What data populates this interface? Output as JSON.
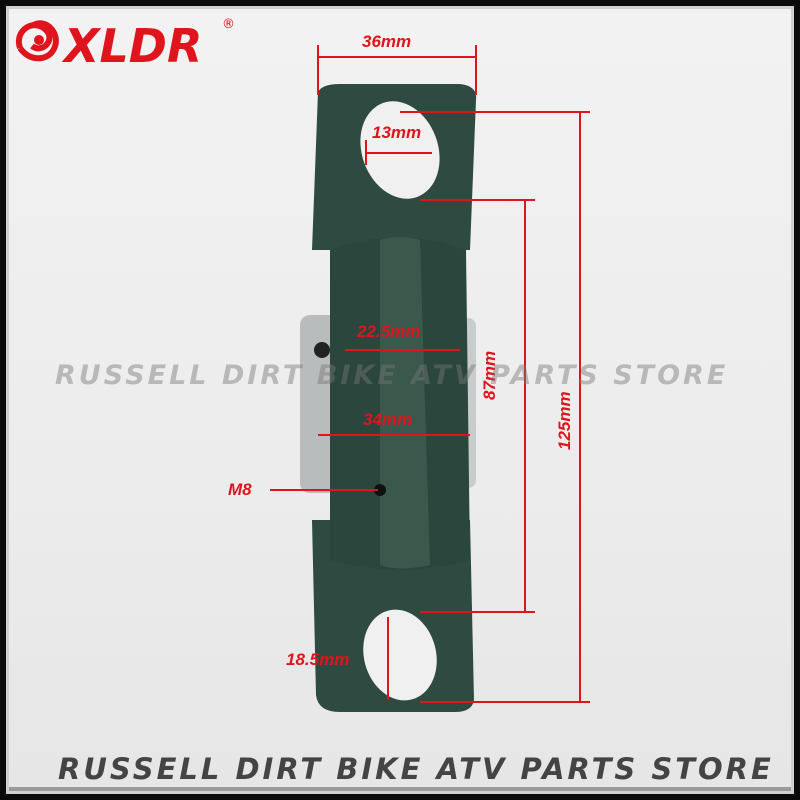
{
  "brand": {
    "logo_text": "XLDR",
    "registered": "®",
    "color": "#e0141c"
  },
  "watermark": {
    "middle": "RUSSELL DIRT BIKE ATV PARTS STORE",
    "bottom": "RUSSELL DIRT BIKE ATV PARTS STORE"
  },
  "dimensions": {
    "width_top": "36mm",
    "slot_width": "13mm",
    "bore": "22.5mm",
    "housing_width": "34mm",
    "set_screw": "M8",
    "hole_spacing": "87mm",
    "total_length": "125mm",
    "slot_length": "18.5mm"
  },
  "colors": {
    "part": "#2f4a40",
    "annotation": "#e0141c",
    "background": "#efefef"
  }
}
